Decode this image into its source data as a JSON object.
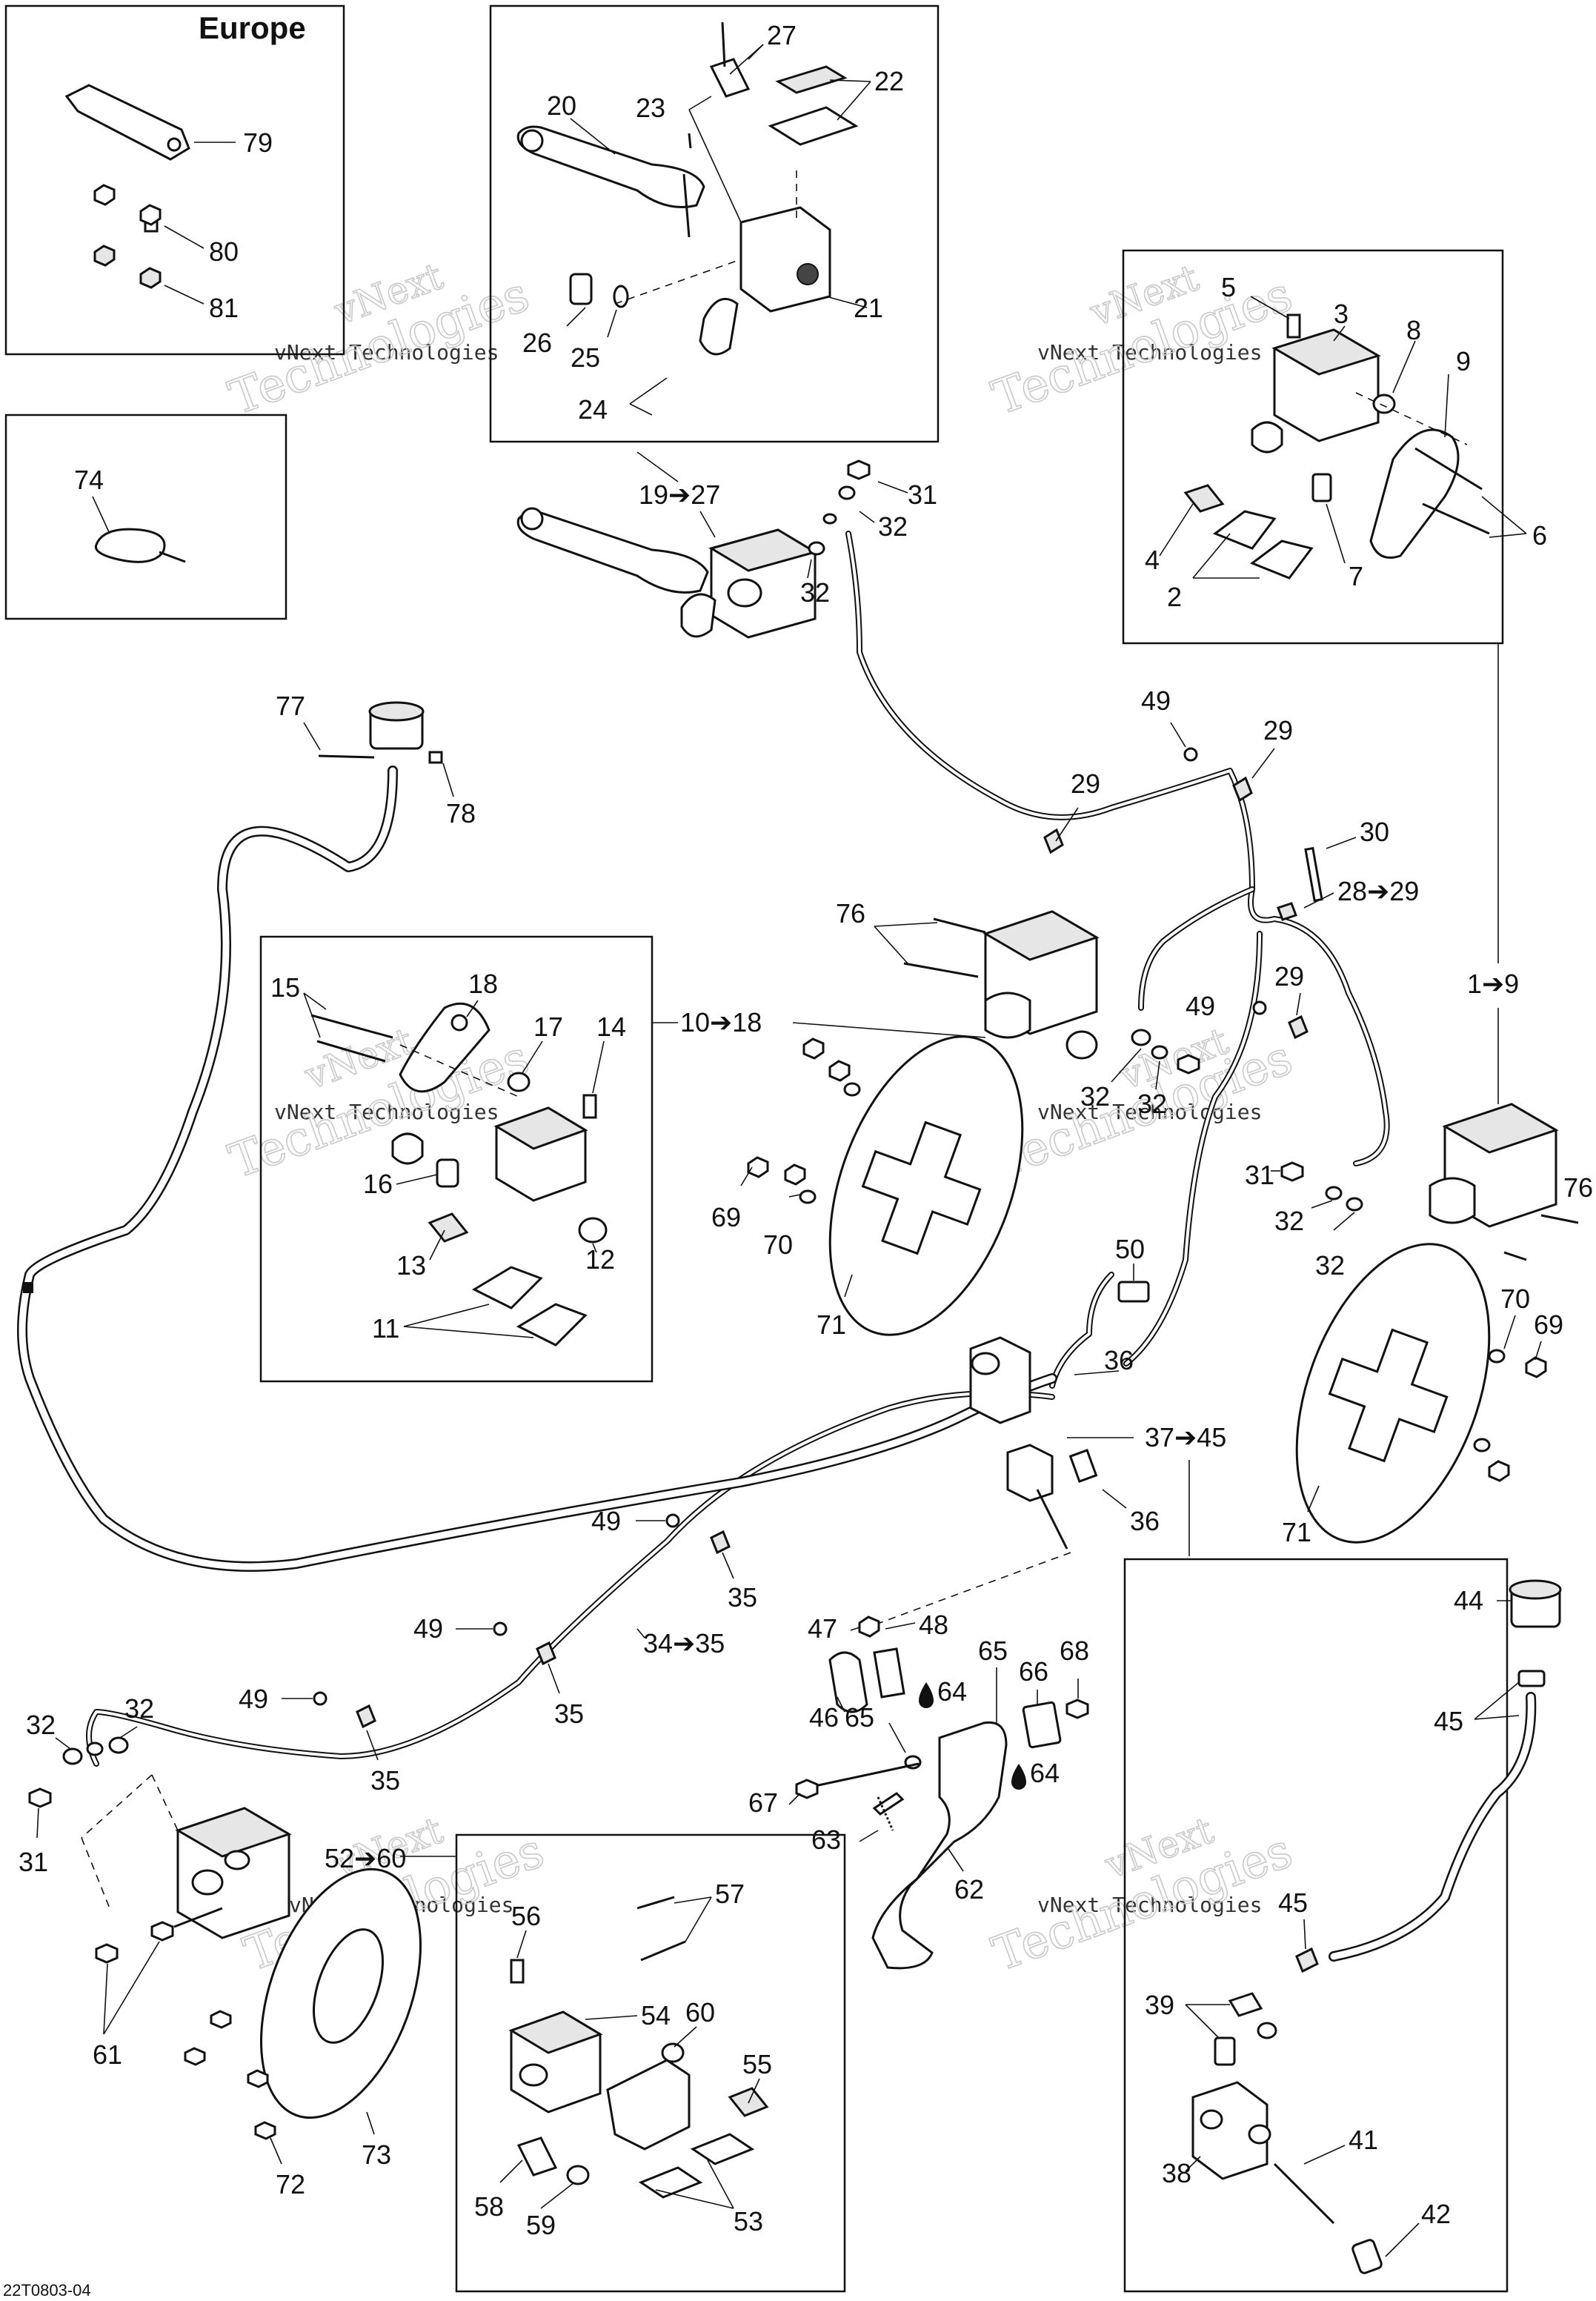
{
  "diagram": {
    "region_label": "Europe",
    "drawing_code": "22T0803-04",
    "watermark_line1": "vNext Technologies",
    "watermark_line2": "vNext",
    "watermark_line3": "Technologies",
    "callouts": {
      "c79": "79",
      "c80": "80",
      "c81": "81",
      "c74": "74",
      "c20": "20",
      "c23": "23",
      "c27": "27",
      "c22": "22",
      "c21": "21",
      "c26": "26",
      "c25": "25",
      "c24": "24",
      "c19_27": "19➔27",
      "c31a": "31",
      "c32a": "32",
      "c32b": "32",
      "c5": "5",
      "c3": "3",
      "c8": "8",
      "c9": "9",
      "c4": "4",
      "c2": "2",
      "c7": "7",
      "c6": "6",
      "c77": "77",
      "c78": "78",
      "c49a": "49",
      "c29a": "29",
      "c29b": "29",
      "c30": "30",
      "c28_29": "28➔29",
      "c76a": "76",
      "c10_18": "10➔18",
      "c49b": "49",
      "c29c": "29",
      "c1_9": "1➔9",
      "c15": "15",
      "c18": "18",
      "c17": "17",
      "c14": "14",
      "c16": "16",
      "c13": "13",
      "c12": "12",
      "c11": "11",
      "c32c": "32",
      "c32d": "32",
      "c69a": "69",
      "c70a": "70",
      "c71a": "71",
      "c31b": "31",
      "c32e": "32",
      "c32f": "32",
      "c76b": "76",
      "c50": "50",
      "c36a": "36",
      "c37_45": "37➔45",
      "c36b": "36",
      "c70b": "70",
      "c69b": "69",
      "c71b": "71",
      "c49c": "49",
      "c35a": "35",
      "c49d": "49",
      "c34_35": "34➔35",
      "c35b": "35",
      "c49e": "49",
      "c35c": "35",
      "c47": "47",
      "c48": "48",
      "c65a": "65",
      "c66": "66",
      "c68": "68",
      "c46": "46",
      "c64a": "64",
      "c65b": "65",
      "c64b": "64",
      "c67": "67",
      "c63": "63",
      "c62": "62",
      "c32g": "32",
      "c32h": "32",
      "c31c": "31",
      "c52_60": "52➔60",
      "c56": "56",
      "c57": "57",
      "c54": "54",
      "c60": "60",
      "c55": "55",
      "c61": "61",
      "c72": "72",
      "c73": "73",
      "c58": "58",
      "c59": "59",
      "c53": "53",
      "c44": "44",
      "c45a": "45",
      "c45b": "45",
      "c39": "39",
      "c41": "41",
      "c38": "38",
      "c42": "42"
    }
  }
}
